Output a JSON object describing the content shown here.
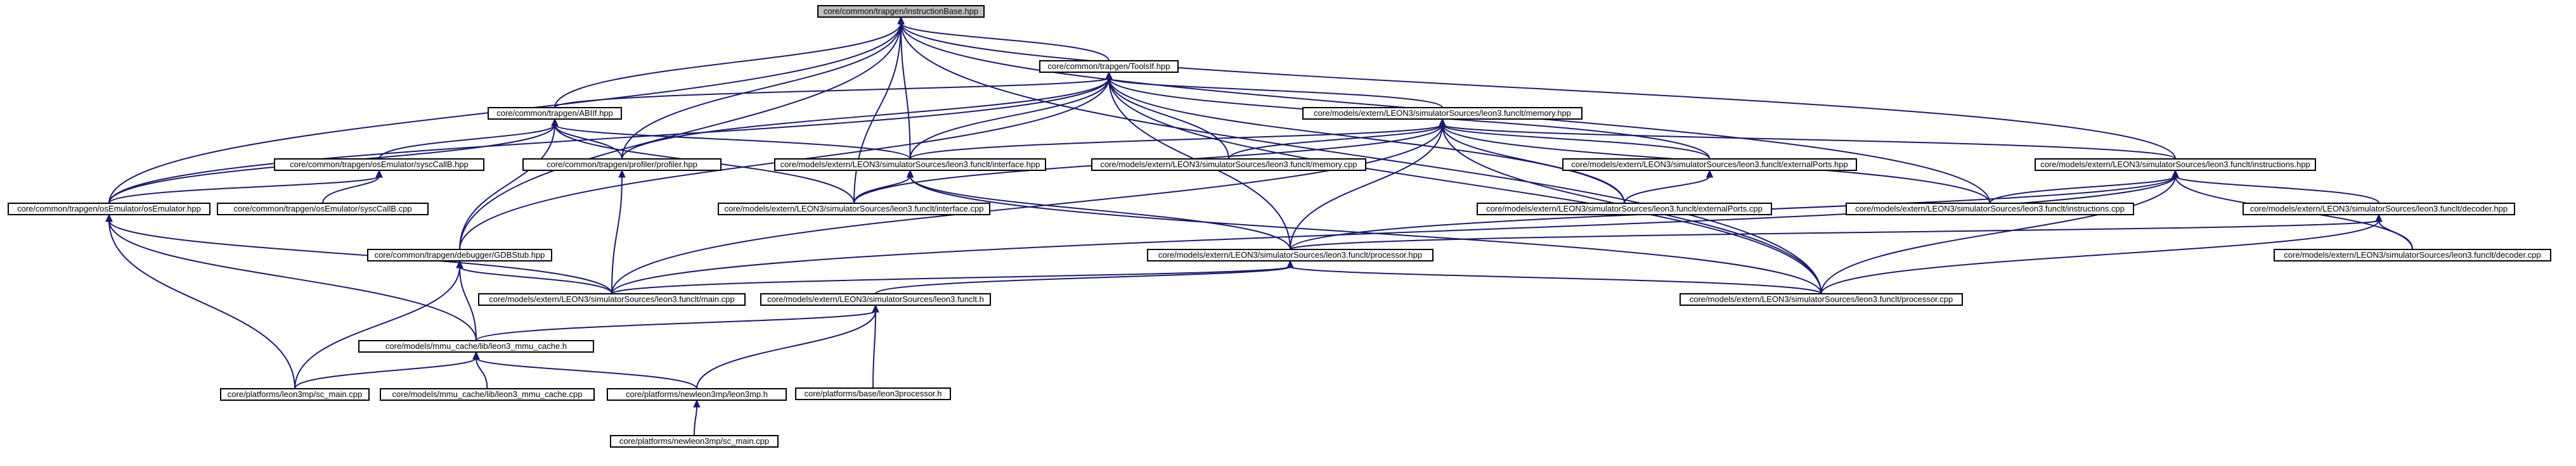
{
  "diagram": {
    "type": "include-dependency-graph",
    "colors": {
      "edge": "#191970",
      "node_fill": "#ffffff",
      "root_fill": "#bfbfbf",
      "node_border": "#000000"
    },
    "nodes": [
      {
        "id": "instructionBase",
        "label": "core/common/trapgen/instructionBase.hpp",
        "root": true
      },
      {
        "id": "toolsIf",
        "label": "core/common/trapgen/ToolsIf.hpp"
      },
      {
        "id": "abiIf",
        "label": "core/common/trapgen/ABIIf.hpp"
      },
      {
        "id": "memoryHpp",
        "label": "core/models/extern/LEON3/simulatorSources/leon3.funclt/memory.hpp"
      },
      {
        "id": "syscCallB",
        "label": "core/common/trapgen/osEmulator/syscCallB.hpp"
      },
      {
        "id": "profiler",
        "label": "core/common/trapgen/profiler/profiler.hpp"
      },
      {
        "id": "interfaceHpp",
        "label": "core/models/extern/LEON3/simulatorSources/leon3.funclt/interface.hpp"
      },
      {
        "id": "memoryCpp",
        "label": "core/models/extern/LEON3/simulatorSources/leon3.funclt/memory.cpp"
      },
      {
        "id": "externalPortsHpp",
        "label": "core/models/extern/LEON3/simulatorSources/leon3.funclt/externalPorts.hpp"
      },
      {
        "id": "instructionsHpp",
        "label": "core/models/extern/LEON3/simulatorSources/leon3.funclt/instructions.hpp"
      },
      {
        "id": "syscCallBCpp",
        "label": "core/common/trapgen/osEmulator/syscCallB.cpp"
      },
      {
        "id": "osEmulator",
        "label": "core/common/trapgen/osEmulator/osEmulator.hpp"
      },
      {
        "id": "interfaceCpp",
        "label": "core/models/extern/LEON3/simulatorSources/leon3.funclt/interface.cpp"
      },
      {
        "id": "externalPortsCpp",
        "label": "core/models/extern/LEON3/simulatorSources/leon3.funclt/externalPorts.cpp"
      },
      {
        "id": "instructionsCpp",
        "label": "core/models/extern/LEON3/simulatorSources/leon3.funclt/instructions.cpp"
      },
      {
        "id": "decoderHpp",
        "label": "core/models/extern/LEON3/simulatorSources/leon3.funclt/decoder.hpp"
      },
      {
        "id": "gdbStub",
        "label": "core/common/trapgen/debugger/GDBStub.hpp"
      },
      {
        "id": "processorHpp",
        "label": "core/models/extern/LEON3/simulatorSources/leon3.funclt/processor.hpp"
      },
      {
        "id": "decoderCpp",
        "label": "core/models/extern/LEON3/simulatorSources/leon3.funclt/decoder.cpp"
      },
      {
        "id": "mainCpp",
        "label": "core/models/extern/LEON3/simulatorSources/leon3.funclt/main.cpp"
      },
      {
        "id": "processorCpp",
        "label": "core/models/extern/LEON3/simulatorSources/leon3.funclt/processor.cpp"
      },
      {
        "id": "funcltH",
        "label": "core/models/extern/LEON3/simulatorSources/leon3.funclt.h"
      },
      {
        "id": "leon3MmuCacheH",
        "label": "core/models/mmu_cache/lib/leon3_mmu_cache.h"
      },
      {
        "id": "leon3processor",
        "label": "core/platforms/base/leon3processor.h"
      },
      {
        "id": "scMain",
        "label": "core/platforms/leon3mp/sc_main.cpp"
      },
      {
        "id": "leon3MmuCacheCpp",
        "label": "core/models/mmu_cache/lib/leon3_mmu_cache.cpp"
      },
      {
        "id": "newLeon3mpH",
        "label": "core/platforms/newleon3mp/leon3mp.h"
      },
      {
        "id": "newScMain",
        "label": "core/platforms/newleon3mp/sc_main.cpp"
      }
    ]
  }
}
